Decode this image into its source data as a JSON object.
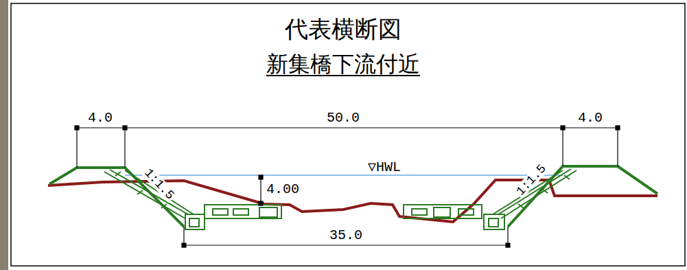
{
  "diagram": {
    "title": "代表横断図",
    "labels": [
      "新集橋下流付近",
      "4.0",
      "50.0",
      "4.0",
      "▽HWL",
      "4.00",
      "1:1.5",
      "1:1.5",
      "35.0"
    ]
  }
}
